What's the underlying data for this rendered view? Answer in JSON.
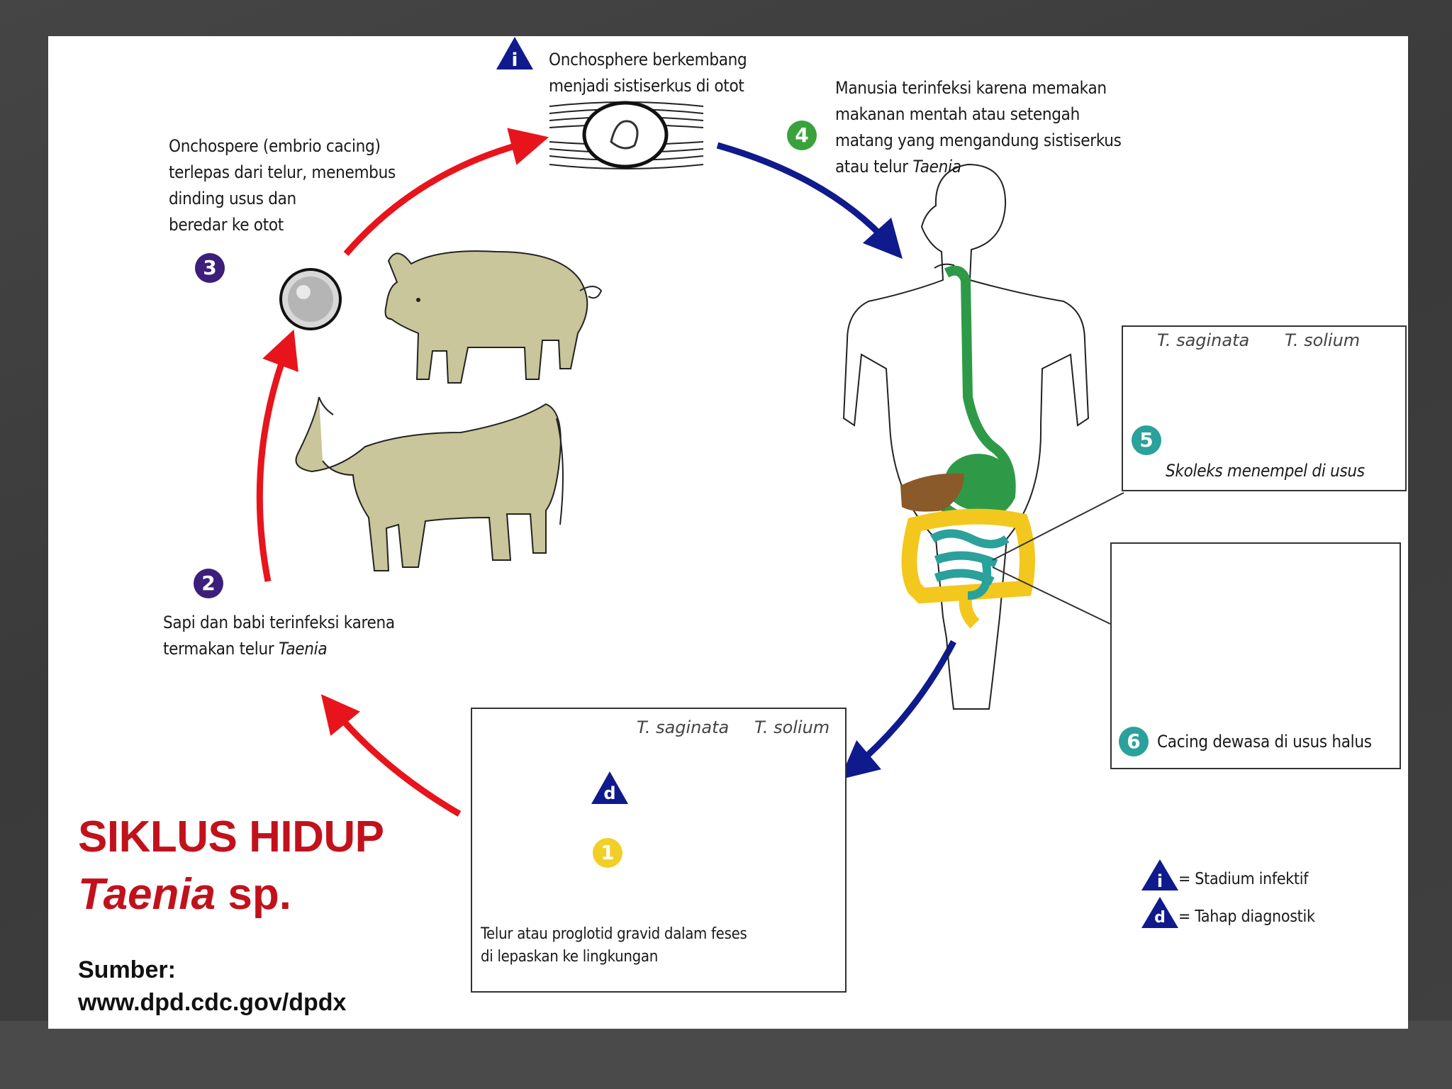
{
  "texts": {
    "infective_stage": "Onchosphere berkembang menjadi sistiserkus di otot",
    "infective_stage_line1": "Onchosphere berkembang",
    "infective_stage_line2": "menjadi sistiserkus di otot",
    "step3_line1": "Onchospere (embrio cacing)",
    "step3_line2": "terlepas dari telur, menembus",
    "step3_line3": "dinding usus dan",
    "step3_line4": "beredar ke otot",
    "step4_line1": "Manusia terinfeksi karena memakan",
    "step4_line2": "makanan mentah atau setengah",
    "step4_line3": "matang yang mengandung  sistiserkus",
    "step4_line4a": "atau telur ",
    "step4_line4b": "Taenia",
    "step2_line1": "Sapi dan babi terinfeksi karena",
    "step2_line2a": "termakan telur ",
    "step2_line2b": "Taenia",
    "step5_caption": "Skoleks menempel di usus",
    "step6_caption": "Cacing dewasa di usus halus",
    "step1_line1": "Telur atau proglotid gravid dalam feses",
    "step1_line2": "di lepaskan ke lingkungan"
  },
  "species": {
    "saginata": "T. saginata",
    "solium": "T. solium"
  },
  "markers": {
    "one": "1",
    "two": "2",
    "three": "3",
    "four": "4",
    "five": "5",
    "six": "6",
    "infective": "i",
    "diagnostic": "d"
  },
  "legend": {
    "infective": "= Stadium infektif",
    "diagnostic": "=  Tahap diagnostik"
  },
  "title": {
    "line1": "SIKLUS HIDUP",
    "line2_italic": "Taenia",
    "line2_rest": " sp."
  },
  "source": {
    "label": "Sumber:",
    "url": "www.dpd.cdc.gov/dpdx"
  },
  "colors": {
    "red_arrow": "#e8141c",
    "blue_arrow": "#0f1a8c",
    "title_red": "#c1121c",
    "animal": "#c8c69a",
    "gut_green": "#2e9a48",
    "gut_yellow": "#f2c81e",
    "gut_teal": "#2aa19b",
    "liver": "#8b5a2b"
  }
}
